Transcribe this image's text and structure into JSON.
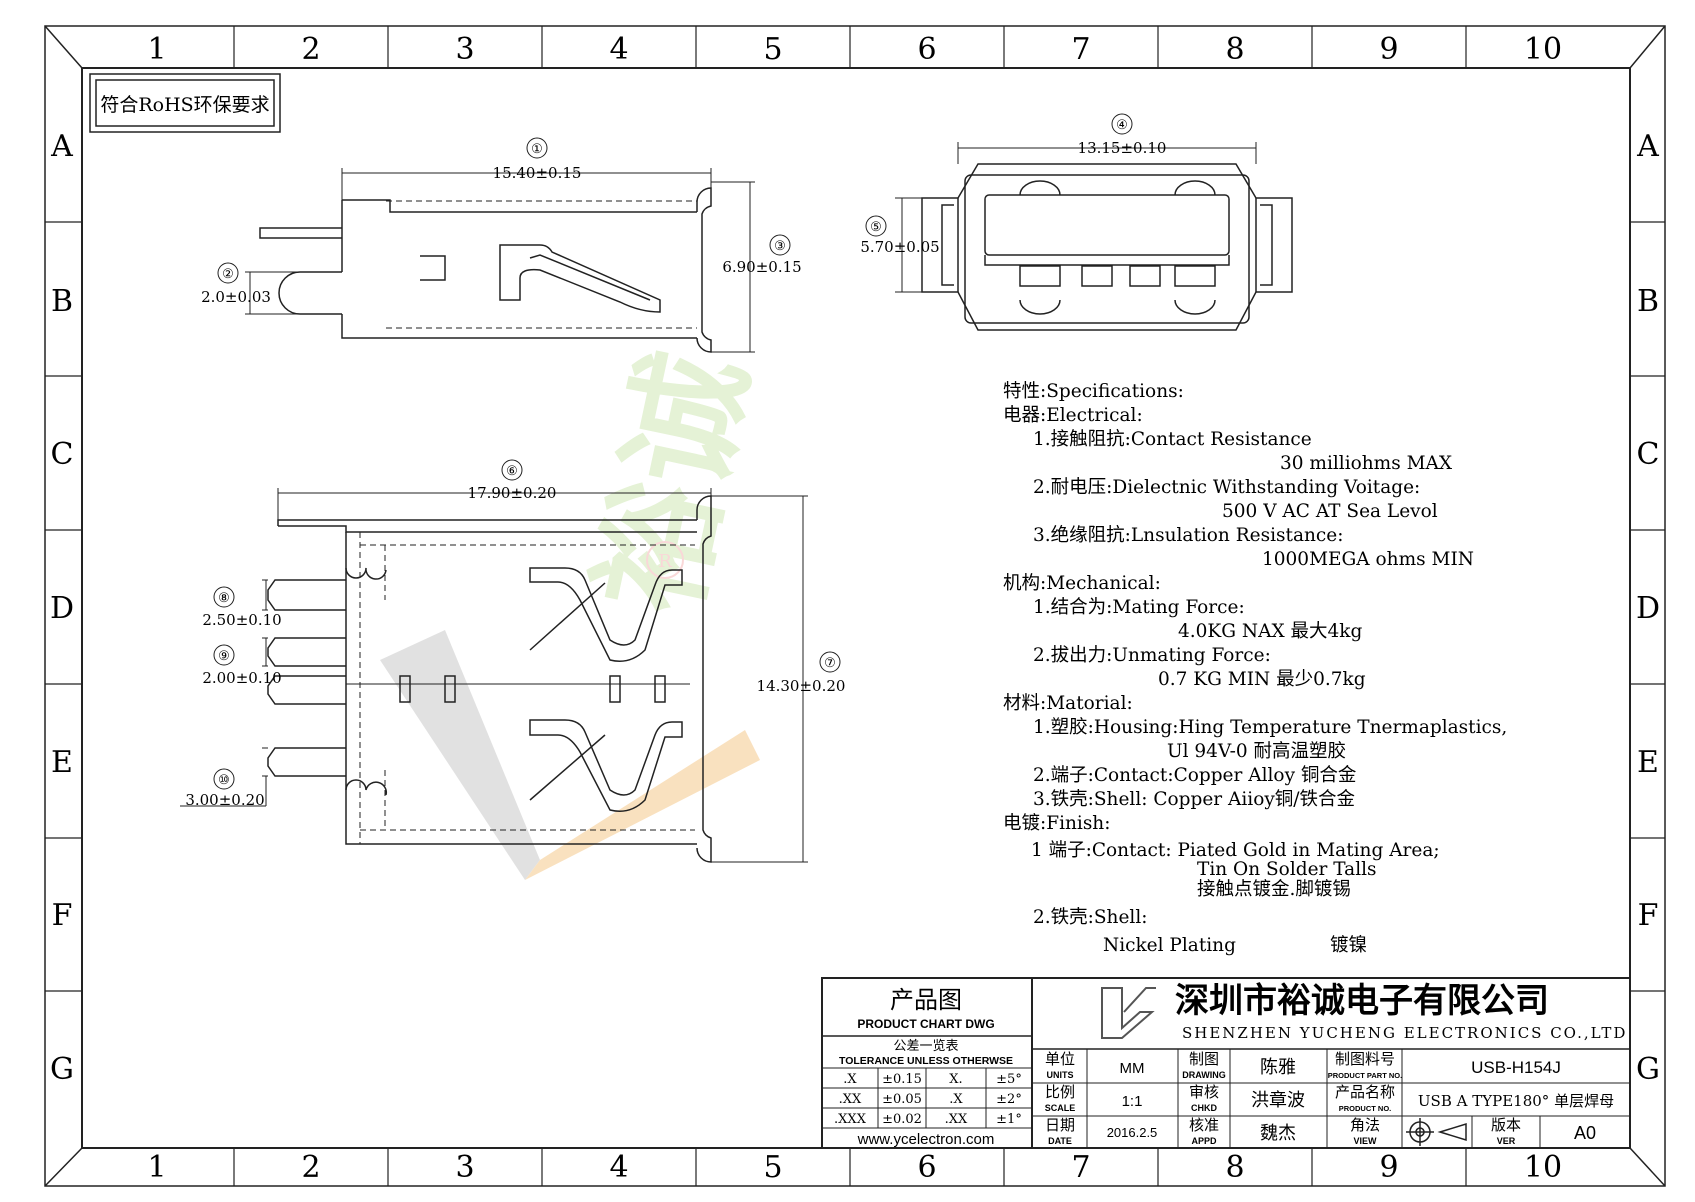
{
  "columns": [
    "1",
    "2",
    "3",
    "4",
    "5",
    "6",
    "7",
    "8",
    "9",
    "10"
  ],
  "rows": [
    "A",
    "B",
    "C",
    "D",
    "E",
    "F",
    "G"
  ],
  "rohs_box": "符合RoHS环保要求",
  "watermark_text": "裕诚",
  "watermark_reg": "R",
  "dims": {
    "d1": {
      "num": "①",
      "text": "15.40±0.15"
    },
    "d2": {
      "num": "②",
      "text": "2.0±0.03"
    },
    "d3": {
      "num": "③",
      "text": "6.90±0.15"
    },
    "d4": {
      "num": "④",
      "text": "13.15±0.10"
    },
    "d5": {
      "num": "⑤",
      "text": "5.70±0.05"
    },
    "d6": {
      "num": "⑥",
      "text": "17.90±0.20"
    },
    "d7": {
      "num": "⑦",
      "text": "14.30±0.20"
    },
    "d8": {
      "num": "⑧",
      "text": "2.50±0.10"
    },
    "d9": {
      "num": "⑨",
      "text": "2.00±0.10"
    },
    "d10": {
      "num": "⑩",
      "text": "3.00±0.20"
    }
  },
  "specs": [
    "特性:Specifications:",
    "电器:Electrical:",
    "1.接触阻抗:Contact Resistance",
    "30 milliohms MAX",
    "2.耐电压:Dielectnic Withstanding Voitage:",
    "500 V AC AT Sea Levol",
    "3.绝缘阻抗:Lnsulation Resistance:",
    "1000MEGA ohms MIN",
    "机构:Mechanical:",
    "1.结合为:Mating Force:",
    "4.0KG NAX 最大4kg",
    "2.拔出力:Unmating Force:",
    "0.7 KG MIN 最少0.7kg",
    "材料:Matorial:",
    "1.塑胶:Housing:Hing Temperature  Tnermaplastics,",
    "Ul 94V-0  耐高温塑胶",
    "2.端子:Contact:Copper Alloy 铜合金",
    "3.铁壳:Shell: Copper Aiioy铜/铁合金",
    "电镀:Finish:",
    "1 端子:Contact: Piated Gold in Mating Area;",
    "Tin On Solder Talls",
    "接触点镀金.脚镀锡",
    "2.铁壳:Shell:",
    "Nickel Plating",
    "镀镍"
  ],
  "title_block": {
    "chart_cn": "产品图",
    "chart_en": "PRODUCT CHART DWG",
    "tol_cn": "公差一览表",
    "tol_en": "TOLERANCE UNLESS OTHERWSE",
    "tolerances": [
      [
        ".X",
        "±0.15",
        "X.",
        "±5°"
      ],
      [
        ".XX",
        "±0.05",
        ".X",
        "±2°"
      ],
      [
        ".XXX",
        "±0.02",
        ".XX",
        "±1°"
      ]
    ],
    "website": "www.ycelectron.com",
    "company_cn": "深圳市裕诚电子有限公司",
    "company_en": "SHENZHEN YUCHENG ELECTRONICS CO.,LTD",
    "units_cn": "单位",
    "units_en": "UNITS",
    "units_val": "MM",
    "scale_cn": "比例",
    "scale_en": "SCALE",
    "scale_val": "1:1",
    "date_cn": "日期",
    "date_en": "DATE",
    "date_val": "2016.2.5",
    "drawing_cn": "制图",
    "drawing_en": "DRAWING",
    "drawing_val": "陈雅",
    "chkd_cn": "审核",
    "chkd_en": "CHKD",
    "chkd_val": "洪章波",
    "appd_cn": "核准",
    "appd_en": "APPD",
    "appd_val": "魏杰",
    "partno_cn": "制图料号",
    "partno_en": "PRODUCT PART NO.",
    "partno_val": "USB-H154J",
    "pname_cn": "产品名称",
    "pname_en": "PRODUCT NO.",
    "pname_val": "USB A TYPE180° 单层焊母",
    "view_cn": "角法",
    "view_en": "VIEW",
    "ver_cn": "版本",
    "ver_en": "VER",
    "ver_val": "A0"
  }
}
